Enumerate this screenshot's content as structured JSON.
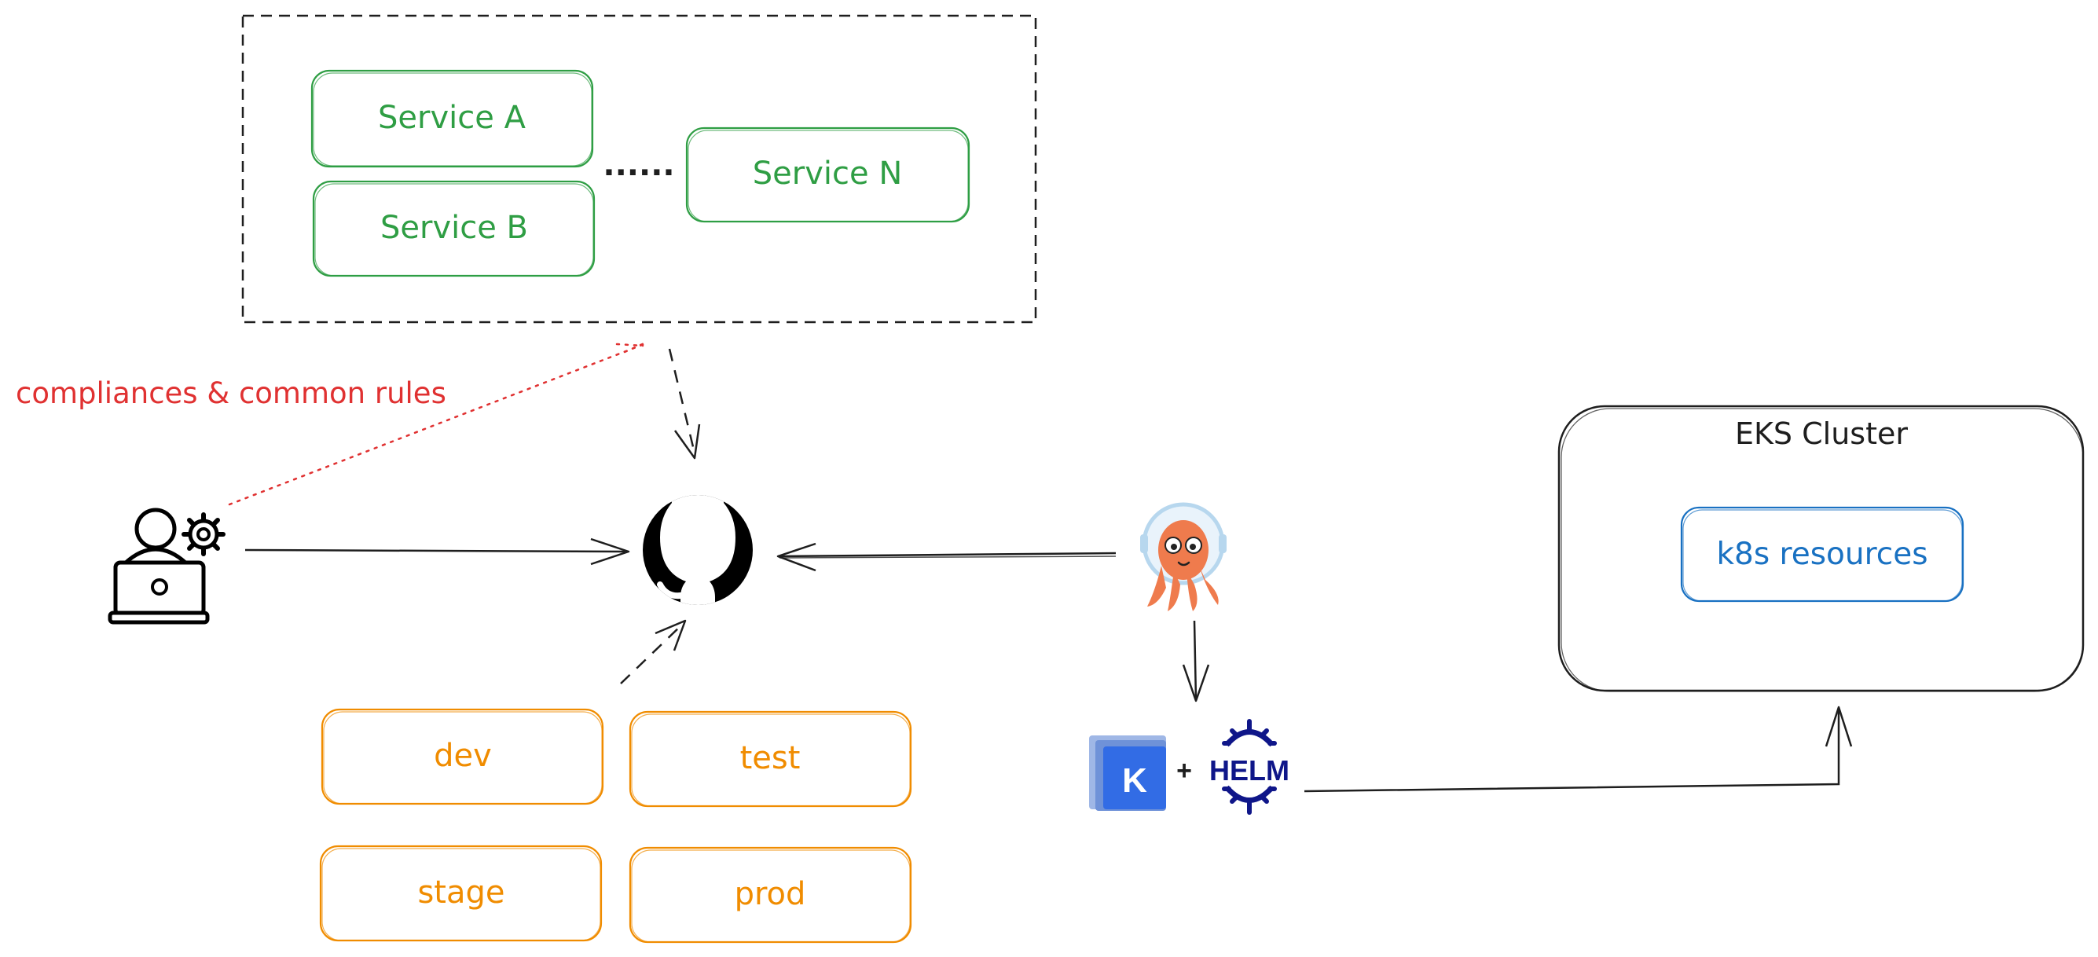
{
  "services_group": {
    "services": [
      {
        "label": "Service A"
      },
      {
        "label": "Service B"
      },
      {
        "label": "Service N"
      }
    ],
    "ellipsis": "......"
  },
  "annotation": {
    "label": "compliances & common rules"
  },
  "environments": [
    {
      "label": "dev"
    },
    {
      "label": "test"
    },
    {
      "label": "stage"
    },
    {
      "label": "prod"
    }
  ],
  "deploy_tools": {
    "plus": "+",
    "helm_label": "HELM",
    "kustomize_letter": "K"
  },
  "cluster": {
    "title": "EKS Cluster",
    "resources_label": "k8s resources"
  },
  "icons": {
    "user": "developer-laptop-gear-icon",
    "github": "github-icon",
    "argocd": "argocd-octopus-icon",
    "kustomize": "kustomize-icon",
    "helm": "helm-icon"
  },
  "colors": {
    "service_green": "#2f9e44",
    "environment_orange": "#f08c00",
    "annotation_red": "#e03131",
    "resource_blue": "#1971c2",
    "argo_orange": "#ef7b4d",
    "helm_navy": "#0f1689",
    "kustomize_blue": "#326ce5",
    "stroke_black": "#1e1e1e"
  }
}
